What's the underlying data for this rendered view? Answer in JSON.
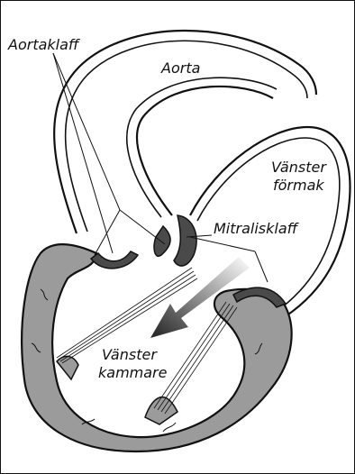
{
  "labels": {
    "aortaklaff": "Aortaklaff",
    "aorta": "Aorta",
    "vanster_line1": "Vänster",
    "vanster_line2": "förmak",
    "mitralisklaff": "Mitralisklaff",
    "kammare_line1": "Vänster",
    "kammare_line2": "kammare"
  },
  "colors": {
    "outline": "#111111",
    "muscle": "#9b9b9b",
    "valve": "#4a4a4a",
    "background": "#ffffff"
  }
}
